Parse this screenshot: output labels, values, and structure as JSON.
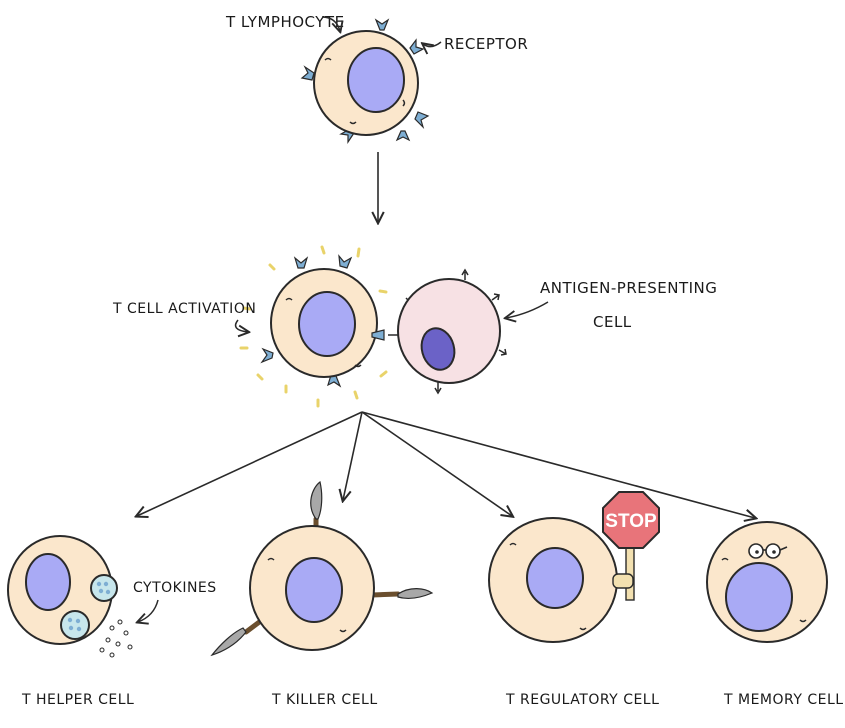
{
  "labels": {
    "t_lymphocyte": "T LYMPHOCYTE",
    "receptor": "RECEPTOR",
    "t_cell_activation": "T CELL ACTIVATION",
    "antigen_presenting_line1": "ANTIGEN-PRESENTING",
    "antigen_presenting_line2": "CELL",
    "cytokines": "CYTOKINES",
    "stop_sign": "STOP",
    "t_helper": "T HELPER CELL",
    "t_killer": "T KILLER CELL",
    "t_regulatory": "T REGULATORY CELL",
    "t_memory": "T MEMORY CELL"
  },
  "colors": {
    "cell_fill": "#fbe7cc",
    "nucleus_fill": "#a9aaf5",
    "apc_fill": "#f7e1e4",
    "apc_nucleus": "#6b62c7",
    "receptor": "#7eaed3",
    "stop_red": "#e8747a",
    "sparkle": "#f3e38a",
    "vesicle": "#c7e6ec",
    "blade": "#a8a8a8",
    "handle": "#6b4f2e",
    "pole": "#f2e0b0"
  }
}
